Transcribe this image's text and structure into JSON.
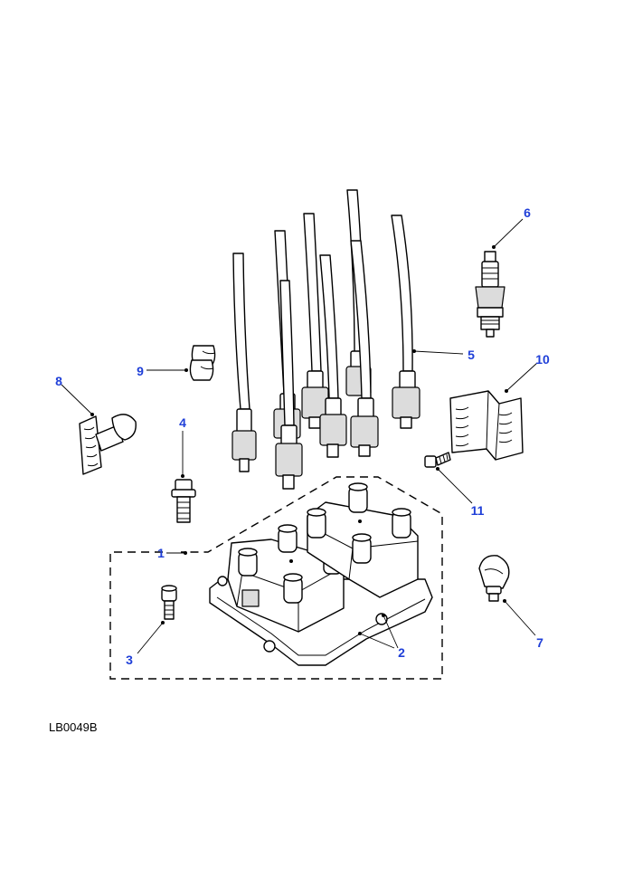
{
  "diagram": {
    "reference_code": "LB0049B",
    "callouts": [
      {
        "id": "1",
        "label": "1"
      },
      {
        "id": "2",
        "label": "2"
      },
      {
        "id": "3",
        "label": "3"
      },
      {
        "id": "4",
        "label": "4"
      },
      {
        "id": "5",
        "label": "5"
      },
      {
        "id": "6",
        "label": "6"
      },
      {
        "id": "7",
        "label": "7"
      },
      {
        "id": "8",
        "label": "8"
      },
      {
        "id": "9",
        "label": "9"
      },
      {
        "id": "10",
        "label": "10"
      },
      {
        "id": "11",
        "label": "11"
      }
    ],
    "colors": {
      "callout": "#1f3fd8",
      "line": "#000000",
      "background": "#ffffff"
    }
  }
}
